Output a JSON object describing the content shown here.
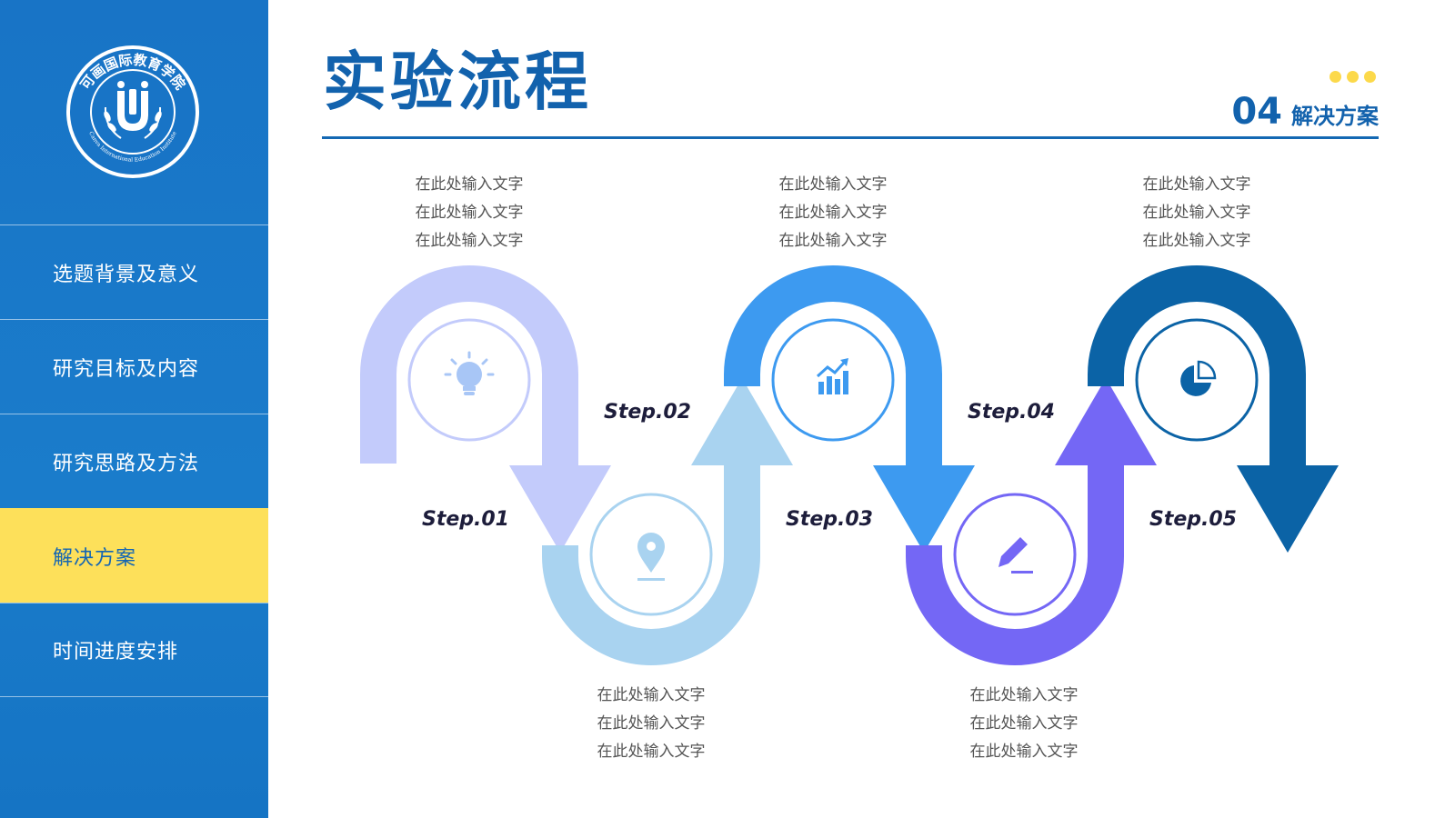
{
  "logo": {
    "text": "可画国际教育学院",
    "subtext": "Canva International Education Institute",
    "mark": "U"
  },
  "sidebar": {
    "items": [
      {
        "label": "选题背景及意义",
        "active": false
      },
      {
        "label": "研究目标及内容",
        "active": false
      },
      {
        "label": "研究思路及方法",
        "active": false
      },
      {
        "label": "解决方案",
        "active": true
      },
      {
        "label": "时间进度安排",
        "active": false
      }
    ]
  },
  "header": {
    "title": "实验流程",
    "section_number": "04",
    "section_name": "解决方案"
  },
  "steps": [
    {
      "label": "Step.01",
      "icon": "lightbulb-icon",
      "color": "#c3cbfb",
      "lines": [
        "在此处输入文字",
        "在此处输入文字",
        "在此处输入文字"
      ]
    },
    {
      "label": "Step.02",
      "icon": "location-pin-icon",
      "color": "#a9d3f0",
      "lines": [
        "在此处输入文字",
        "在此处输入文字",
        "在此处输入文字"
      ]
    },
    {
      "label": "Step.03",
      "icon": "bar-chart-icon",
      "color": "#3d9af0",
      "lines": [
        "在此处输入文字",
        "在此处输入文字",
        "在此处输入文字"
      ]
    },
    {
      "label": "Step.04",
      "icon": "pencil-icon",
      "color": "#7467f5",
      "lines": [
        "在此处输入文字",
        "在此处输入文字",
        "在此处输入文字"
      ]
    },
    {
      "label": "Step.05",
      "icon": "pie-chart-icon",
      "color": "#0b63a6",
      "lines": [
        "在此处输入文字",
        "在此处输入文字",
        "在此处输入文字"
      ]
    }
  ],
  "colors": {
    "sidebar": "#1874c6",
    "accent": "#fde05a",
    "title": "#1262ad"
  }
}
